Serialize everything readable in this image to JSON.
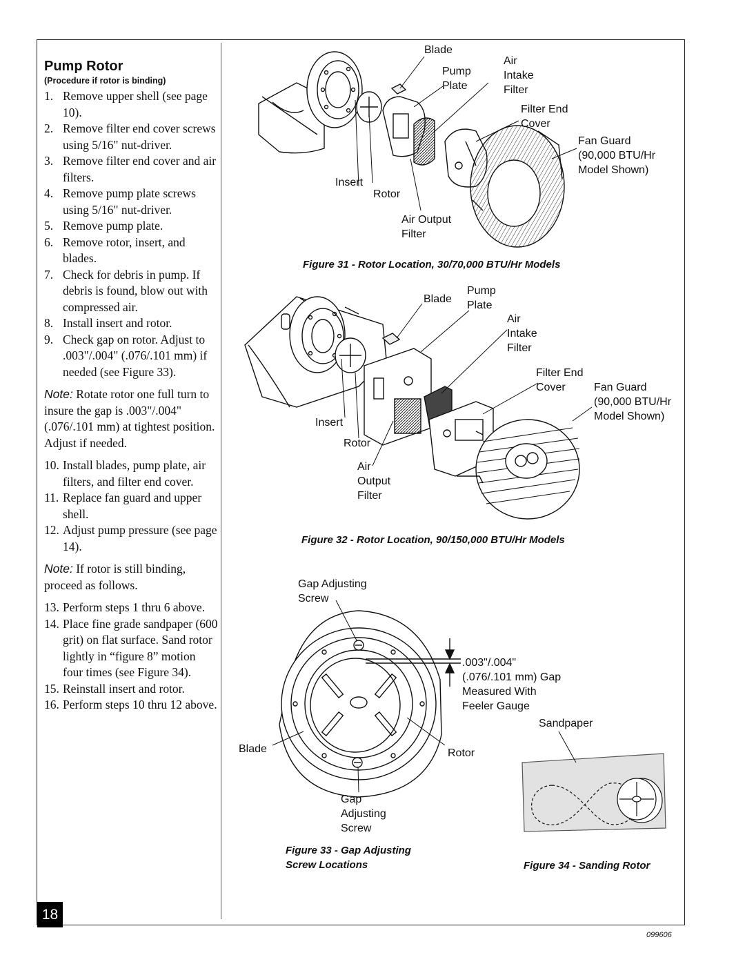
{
  "section": {
    "title": "Pump Rotor",
    "subtitle": "(Procedure if rotor is binding)"
  },
  "steps_a": [
    {
      "num": "1.",
      "text": "Remove upper shell (see page 10)."
    },
    {
      "num": "2.",
      "text": "Remove filter end cover screws using 5/16\" nut-driver."
    },
    {
      "num": "3.",
      "text": "Remove filter end cover and air filters."
    },
    {
      "num": "4.",
      "text": "Remove pump plate screws using 5/16\" nut-driver."
    },
    {
      "num": "5.",
      "text": "Remove pump plate."
    },
    {
      "num": "6.",
      "text": "Remove rotor, insert, and blades."
    },
    {
      "num": "7.",
      "text": "Check for debris in pump. If debris is found, blow out with compressed air."
    },
    {
      "num": "8.",
      "text": "Install insert and rotor."
    },
    {
      "num": "9.",
      "text": "Check gap on rotor. Adjust to .003\"/.004\" (.076/.101 mm) if needed (see Figure 33)."
    }
  ],
  "note1": {
    "label": "Note:",
    "text": " Rotate rotor one full turn to insure the gap is .003\"/.004\" (.076/.101 mm) at tightest position. Adjust if needed."
  },
  "steps_b": [
    {
      "num": "10.",
      "text": "Install blades, pump plate, air filters, and filter end cover."
    },
    {
      "num": "11.",
      "text": "Replace fan guard and upper shell."
    },
    {
      "num": "12.",
      "text": "Adjust pump pressure (see page 14)."
    }
  ],
  "note2": {
    "label": "Note:",
    "text": " If rotor is still binding, proceed as follows."
  },
  "steps_c": [
    {
      "num": "13.",
      "text": "Perform steps 1 thru 6 above."
    },
    {
      "num": "14.",
      "text": "Place fine grade sandpaper (600 grit) on flat surface. Sand rotor lightly in “figure 8” motion four times (see Figure 34)."
    },
    {
      "num": "15.",
      "text": "Reinstall insert and rotor."
    },
    {
      "num": "16.",
      "text": "Perform steps 10 thru 12 above."
    }
  ],
  "fig31": {
    "caption": "Figure 31 - Rotor Location, 30/70,000 BTU/Hr Models",
    "labels": {
      "blade": "Blade",
      "pump_plate": "Pump\nPlate",
      "air_intake_filter": "Air\nIntake\nFilter",
      "filter_end_cover": "Filter End\nCover",
      "fan_guard": "Fan Guard\n(90,000 BTU/Hr\nModel Shown)",
      "insert": "Insert",
      "rotor": "Rotor",
      "air_output_filter": "Air Output\nFilter"
    }
  },
  "fig32": {
    "caption": "Figure 32 - Rotor Location, 90/150,000 BTU/Hr Models",
    "labels": {
      "blade": "Blade",
      "pump_plate": "Pump\nPlate",
      "air_intake_filter": "Air\nIntake\nFilter",
      "filter_end_cover": "Filter End\nCover",
      "fan_guard": "Fan Guard\n(90,000 BTU/Hr\nModel Shown)",
      "insert": "Insert",
      "rotor": "Rotor",
      "air_output_filter": "Air\nOutput\nFilter"
    }
  },
  "fig33": {
    "caption": "Figure 33 - Gap Adjusting\nScrew Locations",
    "labels": {
      "gap_screw_top": "Gap Adjusting\nScrew",
      "gap_measure": ".003\"/.004\"\n(.076/.101 mm) Gap\nMeasured With\nFeeler Gauge",
      "blade": "Blade",
      "rotor": "Rotor",
      "gap_screw_bottom": "Gap\nAdjusting\nScrew"
    }
  },
  "fig34": {
    "caption": "Figure 34 - Sanding Rotor",
    "labels": {
      "sandpaper": "Sandpaper"
    }
  },
  "footer": {
    "page_number": "18",
    "doc_id": "099606"
  }
}
